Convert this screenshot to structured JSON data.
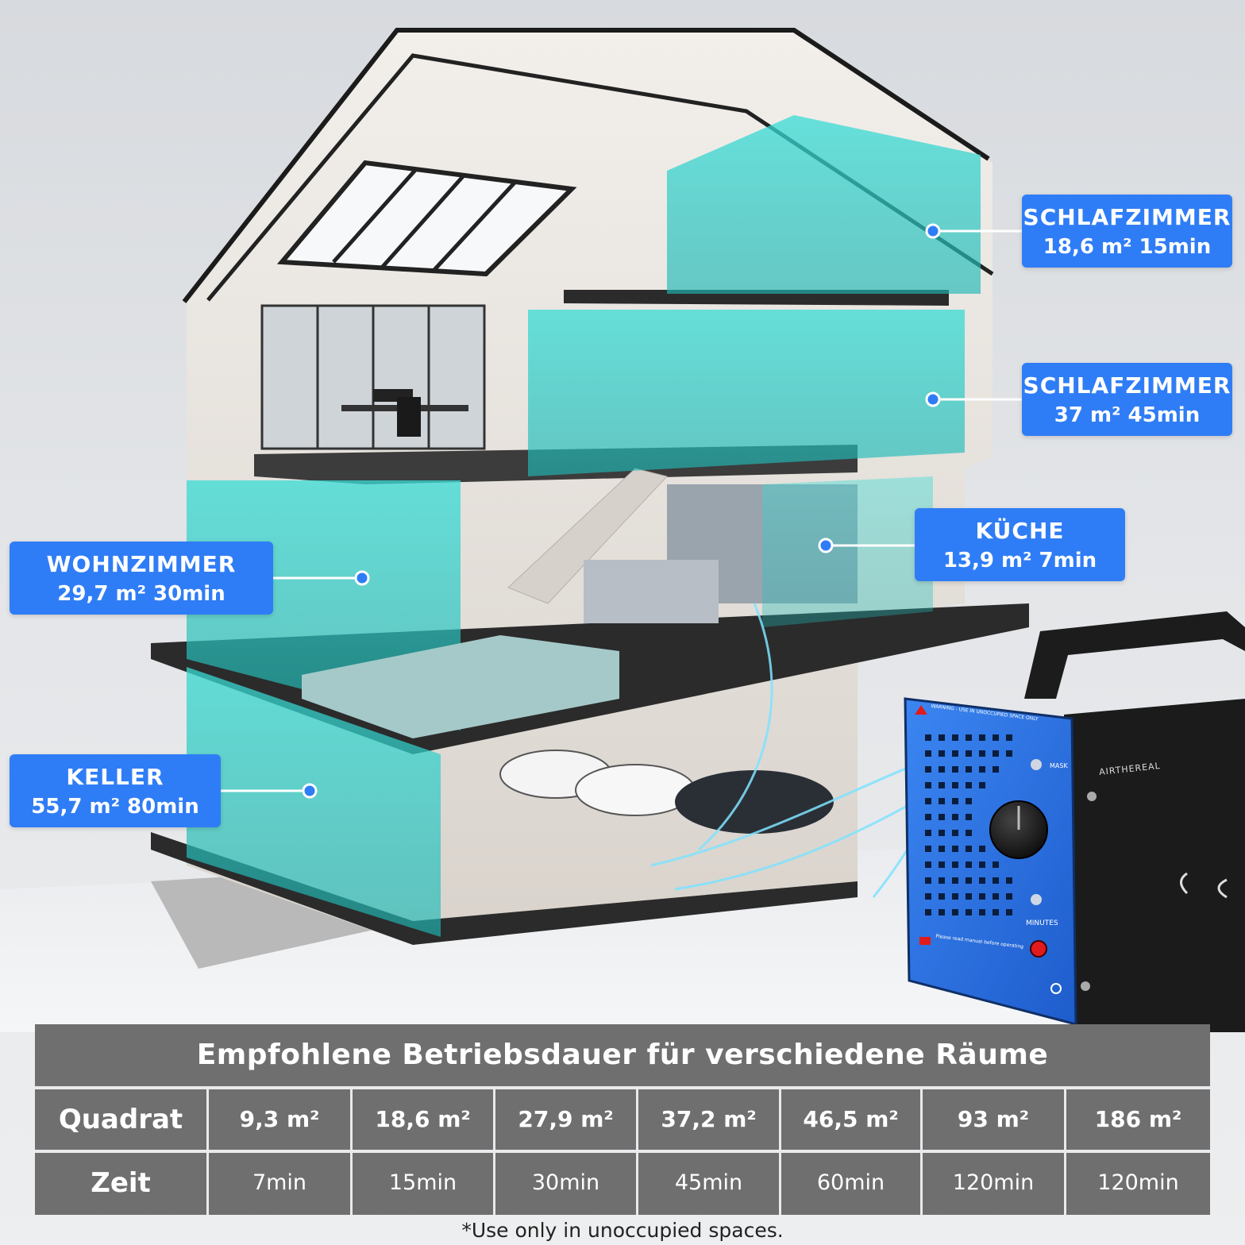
{
  "callouts": [
    {
      "room": "SCHLAFZIMMER",
      "spec": "18,6 m² 15min"
    },
    {
      "room": "SCHLAFZIMMER",
      "spec": "37 m² 45min"
    },
    {
      "room": "KÜCHE",
      "spec": "13,9 m² 7min"
    },
    {
      "room": "WOHNZIMMER",
      "spec": "29,7 m² 30min"
    },
    {
      "room": "KELLER",
      "spec": "55,7 m² 80min"
    }
  ],
  "device": {
    "brand": "AIRTHEREAL",
    "warning": "WARNING - USE IN UNOCCUPIED SPACE ONLY",
    "note": "Please read manual before operating",
    "dial_label": "MINUTES",
    "mask_label": "MASK"
  },
  "table": {
    "title": "Empfohlene Betriebsdauer für verschiedene Räume",
    "row_label_area": "Quadrat",
    "row_label_time": "Zeit",
    "areas": [
      "9,3 m²",
      "18,6 m²",
      "27,9 m²",
      "37,2 m²",
      "46,5 m²",
      "93 m²",
      "186 m²"
    ],
    "times": [
      "7min",
      "15min",
      "30min",
      "45min",
      "60min",
      "120min",
      "120min"
    ]
  },
  "footnote": "*Use only in unoccupied spaces.",
  "colors": {
    "callout": "#2f7df6",
    "zone_teal": "#33d4d0",
    "table_bg": "#6f6f70",
    "device_blue": "#2a6fe0"
  }
}
